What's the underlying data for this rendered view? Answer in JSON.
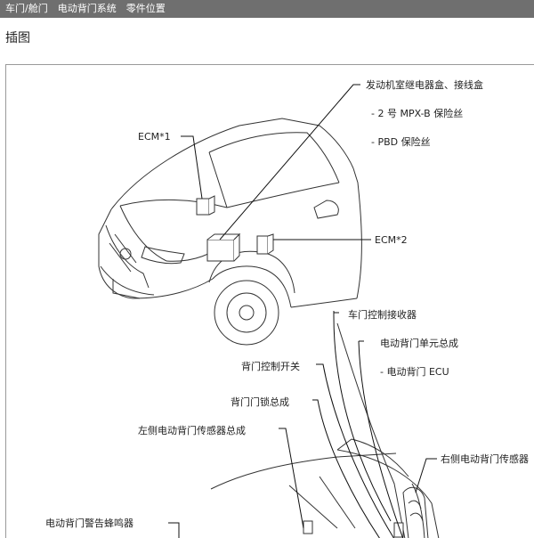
{
  "breadcrumb": "车门/舱门　电动背门系统　零件位置",
  "section_title": "插图",
  "figure": {
    "labels": {
      "relay_box": "发动机室继电器盒、接线盒",
      "fuse_mpx": "- 2 号 MPX-B 保险丝",
      "fuse_pbd": "- PBD 保险丝",
      "ecm1": "ECM*1",
      "ecm2": "ECM*2",
      "door_receiver": "车门控制接收器",
      "pbd_unit": "电动背门单元总成",
      "pbd_ecu": "- 电动背门 ECU",
      "back_door_switch": "背门控制开关",
      "back_door_lock": "背门门锁总成",
      "left_sensor": "左侧电动背门传感器总成",
      "right_sensor": "右侧电动背门传感器",
      "buzzer": "电动背门警告蜂鸣器"
    }
  }
}
